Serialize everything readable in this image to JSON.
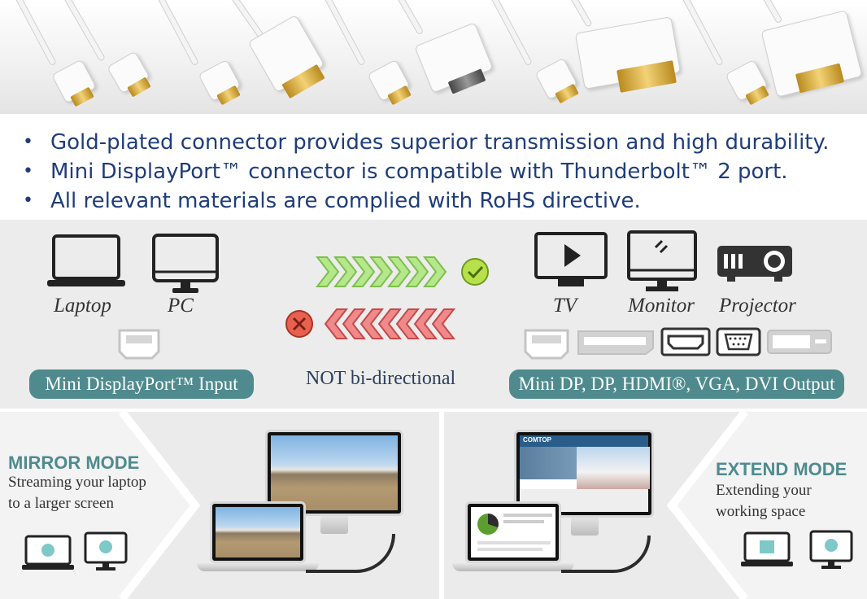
{
  "features": [
    "Gold-plated connector provides superior transmission and high durability.",
    "Mini DisplayPort™ connector is compatible with Thunderbolt™ 2 port.",
    "All relevant materials are complied with RoHS directive."
  ],
  "connection": {
    "inputs": [
      "Laptop",
      "PC"
    ],
    "input_label": "Mini DisplayPort™ Input",
    "direction_note": "NOT bi-directional",
    "outputs": [
      "TV",
      "Monitor",
      "Projector"
    ],
    "output_label": "Mini DP, DP, HDMI®, VGA, DVI Output",
    "colors": {
      "accent": "#4f8b8e",
      "ok": "#b7e04a",
      "bad": "#e8614f",
      "forward": "#b5e88a",
      "backward": "#f08a8a"
    }
  },
  "mirror": {
    "title": "MIRROR MODE",
    "desc_line1": "Streaming your laptop",
    "desc_line2": "to a larger screen"
  },
  "extend": {
    "title": "EXTEND MODE",
    "desc_line1": "Extending your",
    "desc_line2": "working space",
    "screen_logo": "COMTOP"
  }
}
